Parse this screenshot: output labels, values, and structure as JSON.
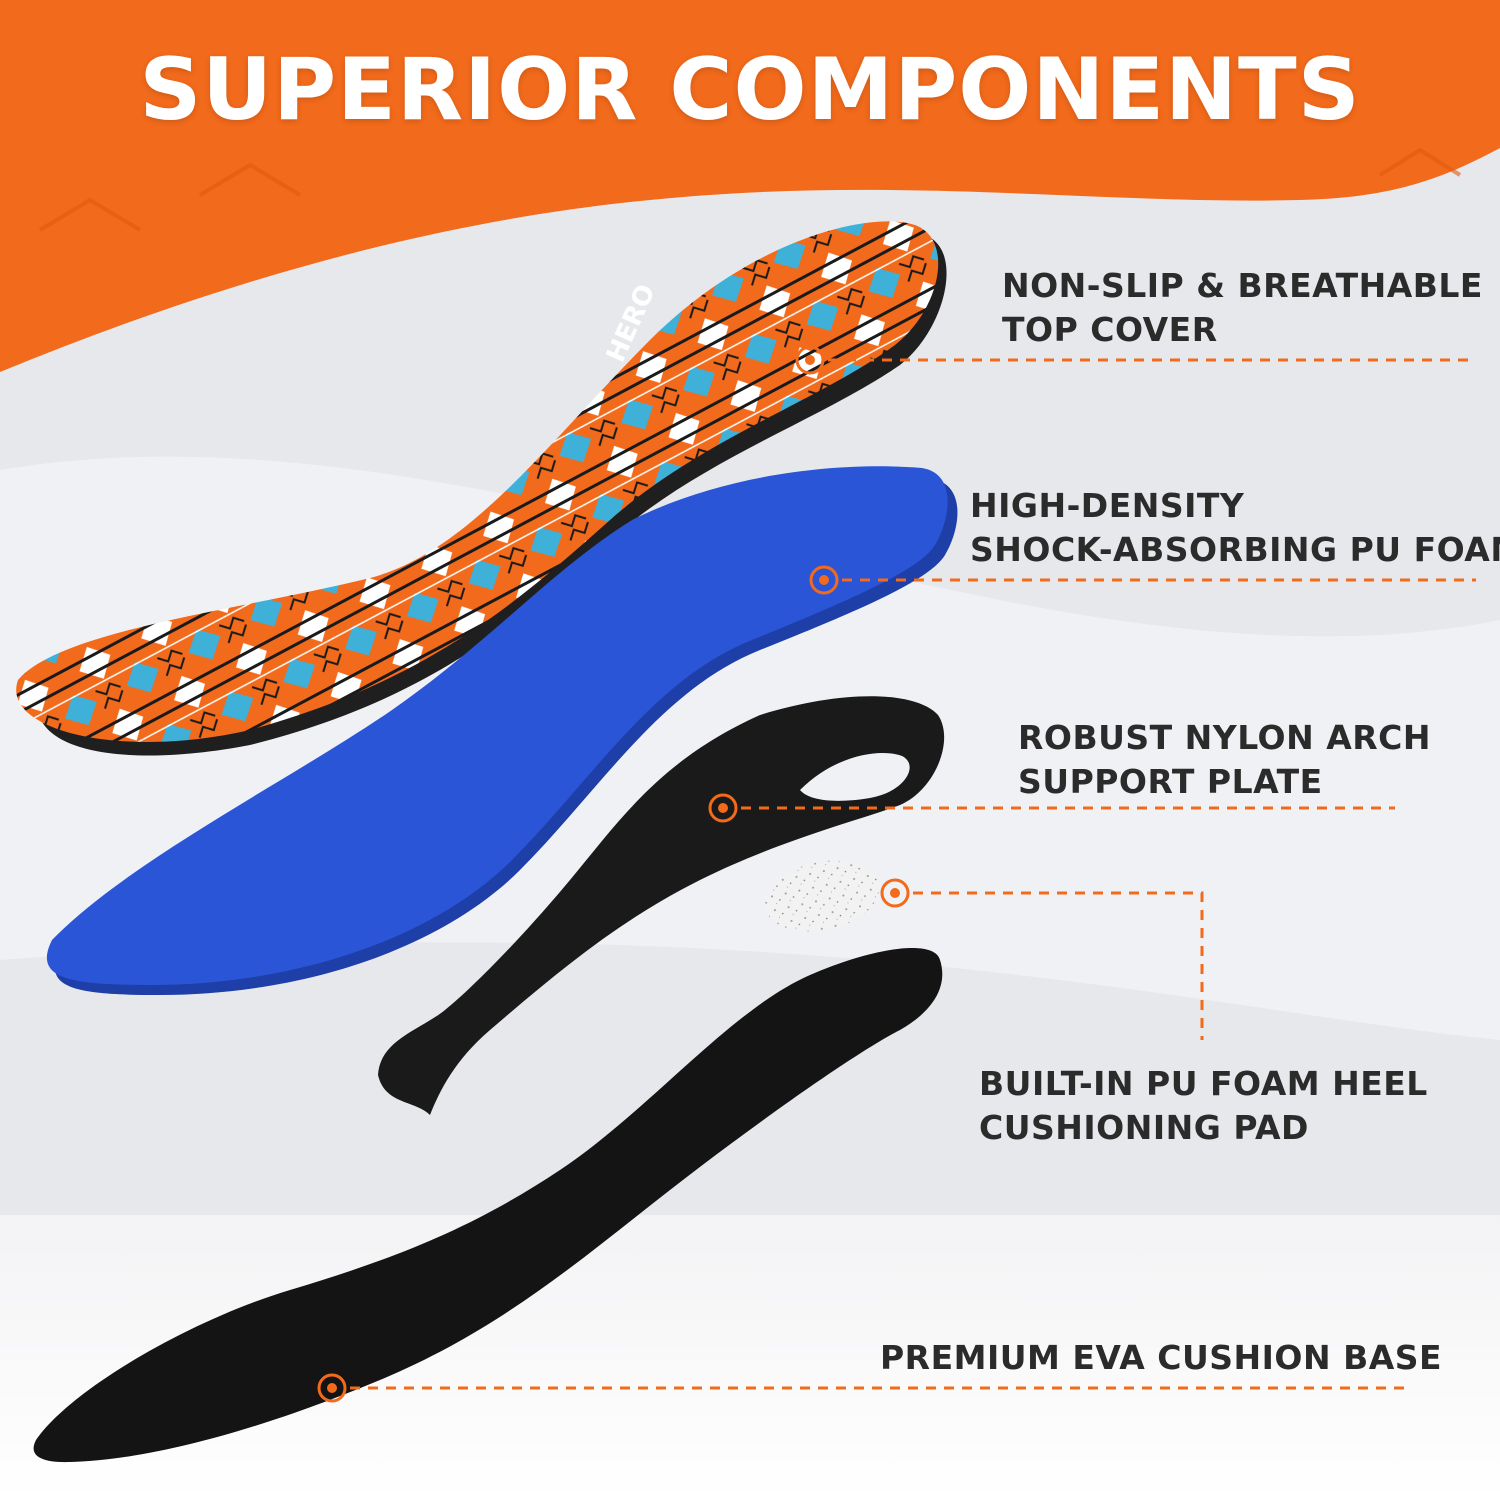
{
  "headline": "SUPERIOR COMPONENTS",
  "brand_mark": "HERO",
  "colors": {
    "accent": "#f26a1b",
    "top_cover_blue": "#3fb0d8",
    "foam_blue": "#2a55d6",
    "base_black": "#141414",
    "label_text": "#2b2b2b"
  },
  "components": [
    {
      "lines": [
        "NON-SLIP & BREATHABLE",
        "TOP COVER"
      ]
    },
    {
      "lines": [
        "HIGH-DENSITY",
        "SHOCK-ABSORBING PU FOAM"
      ]
    },
    {
      "lines": [
        "ROBUST NYLON ARCH",
        "SUPPORT PLATE"
      ]
    },
    {
      "lines": [
        "BUILT-IN PU FOAM HEEL",
        "CUSHIONING PAD"
      ]
    },
    {
      "lines": [
        "PREMIUM EVA CUSHION BASE"
      ]
    }
  ]
}
